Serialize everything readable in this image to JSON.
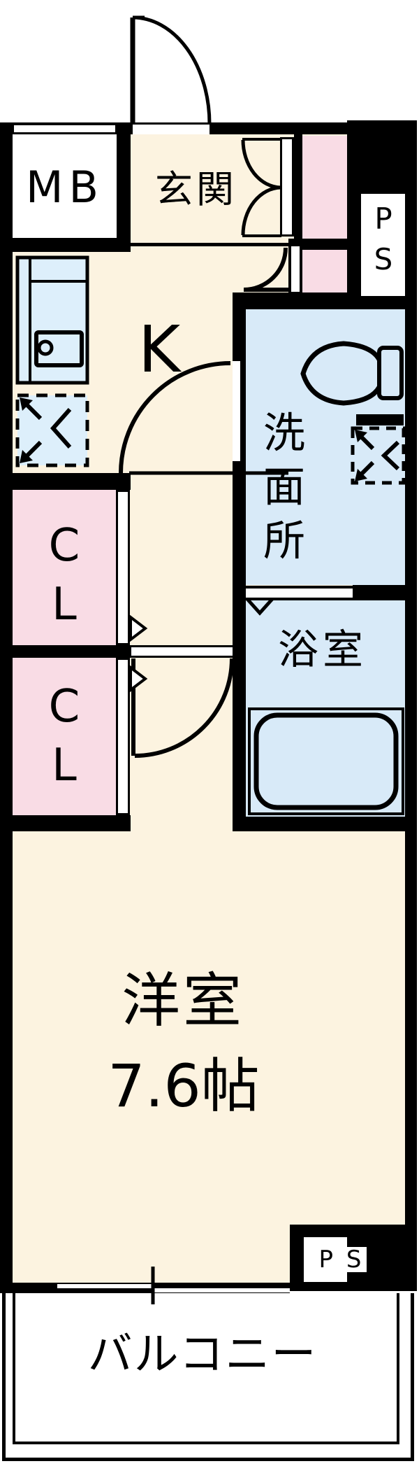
{
  "title": "1K apartment floor plan",
  "colors": {
    "wall": "#000000",
    "room_cream": "#fcf3e0",
    "closet_pink": "#f9dce5",
    "wet_area_blue": "#d8eaf8",
    "fixture_blue": "#ddeffb",
    "background": "#ffffff"
  },
  "rooms": {
    "meter_box": {
      "label": "MB"
    },
    "entrance": {
      "label": "玄関"
    },
    "kitchen": {
      "label": "K"
    },
    "washroom": {
      "label": "洗面所",
      "chars": [
        "洗",
        "面",
        "所"
      ]
    },
    "bathroom": {
      "label": "浴室"
    },
    "western_room": {
      "label": "洋室",
      "size": "7.6帖"
    },
    "balcony": {
      "label": "バルコニー"
    },
    "pipe_space_top": {
      "label_line1": "P",
      "label_line2": "S"
    },
    "pipe_space_bottom": {
      "label": "P S"
    },
    "closet_upper": {
      "label_line1": "C",
      "label_line2": "L"
    },
    "closet_lower": {
      "label_line1": "C",
      "label_line2": "L"
    }
  }
}
